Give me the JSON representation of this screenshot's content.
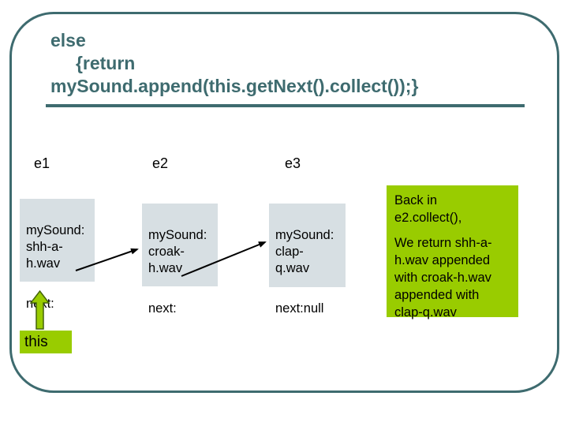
{
  "slide": {
    "accent_teal": "#3e6b6f",
    "accent_green": "#99cc00",
    "node_box_gray": "#d7dfe3",
    "arrow_color": "#000000"
  },
  "title": {
    "code_text": "else\n     {return\nmySound.append(this.getNext().collect());}"
  },
  "nodes": [
    {
      "label": "e1",
      "sound": "mySound:\nshh-a-\nh.wav",
      "next": "next:"
    },
    {
      "label": "e2",
      "sound": "mySound:\ncroak-\nh.wav",
      "next": "next:"
    },
    {
      "label": "e3",
      "sound": "mySound:\nclap-\nq.wav",
      "next": "next:null"
    }
  ],
  "note": {
    "para1": "Back in\ne2.collect(),",
    "para2": "We return shh-a-\nh.wav appended\nwith croak-h.wav\nappended with\nclap-q.wav"
  },
  "this_pointer": {
    "label": "this"
  }
}
